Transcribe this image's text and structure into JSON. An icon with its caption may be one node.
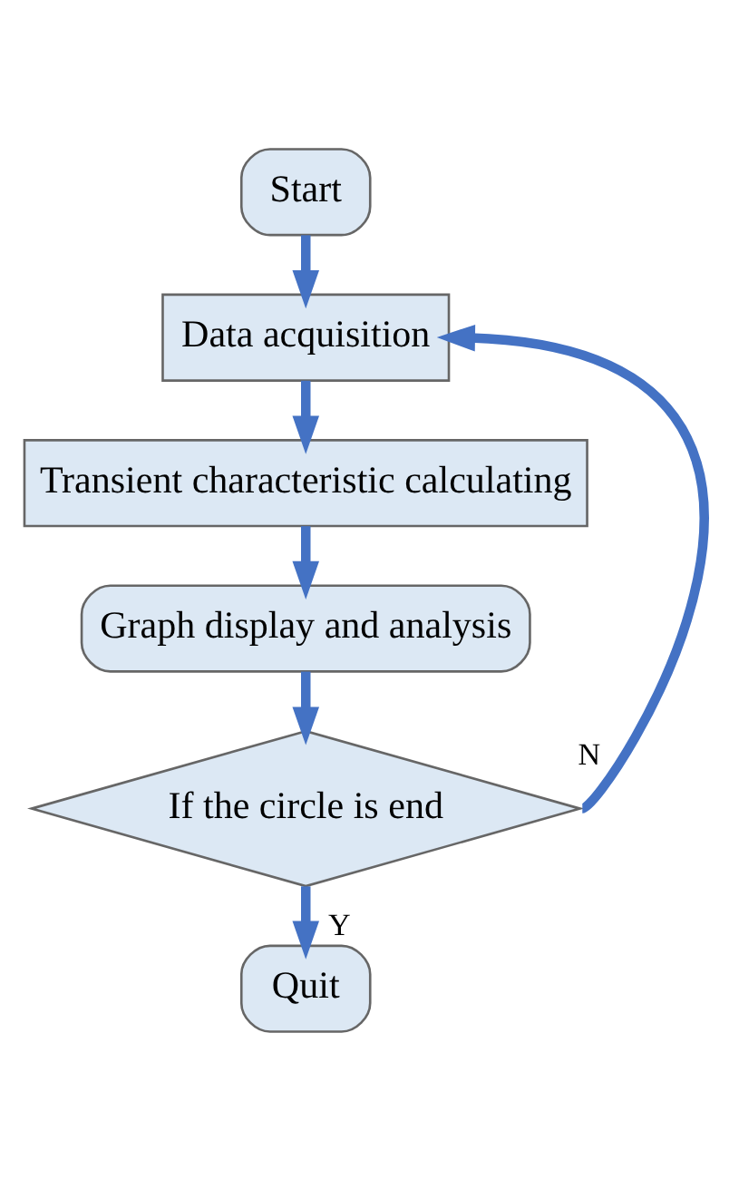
{
  "diagram": {
    "nodes": [
      {
        "text": [
          "Start"
        ]
      },
      {
        "text": [
          "Data acquisition"
        ]
      },
      {
        "text": [
          "Transient characteristic calculating"
        ]
      },
      {
        "text": [
          "Graph display and analysis"
        ]
      },
      {
        "text": [
          "If the circle is end"
        ]
      },
      {
        "text": [
          "Quit"
        ]
      }
    ],
    "edges": [
      {
        "from": 0,
        "to": 1,
        "arrow": "to"
      },
      {
        "from": 1,
        "to": 2,
        "arrow": "to"
      },
      {
        "from": 2,
        "to": 3,
        "arrow": "to"
      },
      {
        "from": 3,
        "to": 4,
        "arrow": "to"
      },
      {
        "from": 4,
        "to": 5,
        "arrow": "to",
        "label": "Y"
      },
      {
        "from": 4,
        "to": 1,
        "arrow": "to",
        "label": "N"
      }
    ]
  }
}
